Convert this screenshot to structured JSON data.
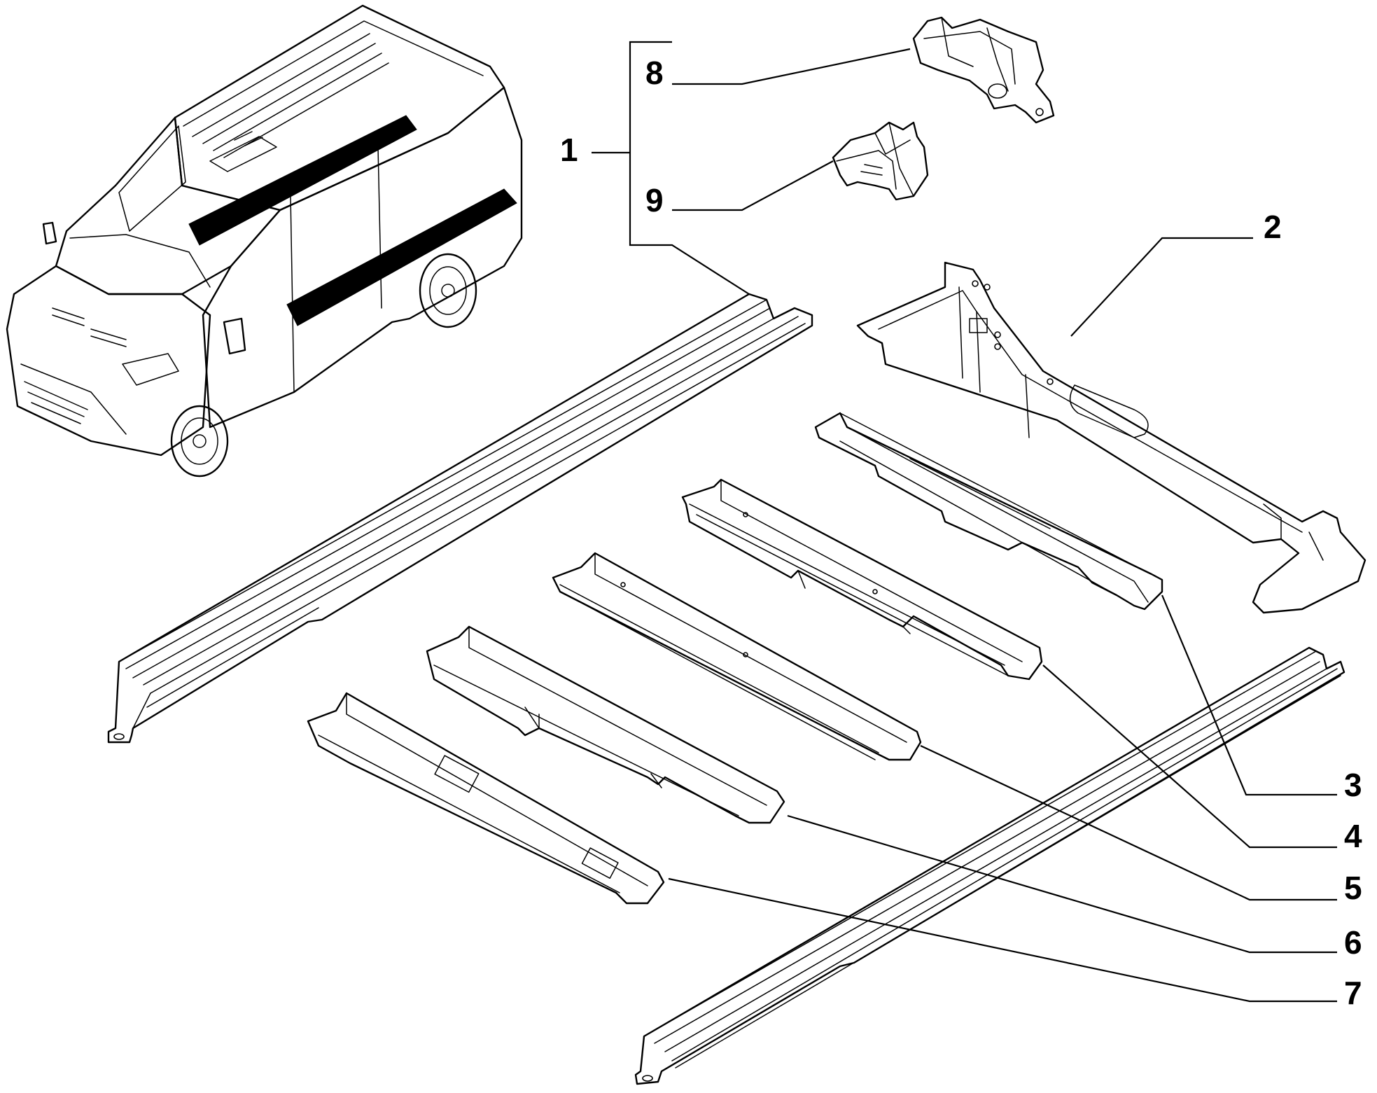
{
  "diagram": {
    "callouts": [
      {
        "id": "1",
        "text": "1"
      },
      {
        "id": "2",
        "text": "2"
      },
      {
        "id": "3",
        "text": "3"
      },
      {
        "id": "4",
        "text": "4"
      },
      {
        "id": "5",
        "text": "5"
      },
      {
        "id": "6",
        "text": "6"
      },
      {
        "id": "7",
        "text": "7"
      },
      {
        "id": "8",
        "text": "8"
      },
      {
        "id": "9",
        "text": "9"
      }
    ],
    "parts": [
      {
        "callout": "1",
        "part": "side-sill-rail",
        "icon": "long-rail-icon"
      },
      {
        "callout": "2",
        "part": "rear-cross-member",
        "icon": "cross-member-icon"
      },
      {
        "callout": "3",
        "part": "floor-longitudinal",
        "icon": "channel-icon"
      },
      {
        "callout": "4",
        "part": "floor-longitudinal",
        "icon": "channel-icon"
      },
      {
        "callout": "5",
        "part": "floor-longitudinal",
        "icon": "channel-icon"
      },
      {
        "callout": "6",
        "part": "floor-longitudinal",
        "icon": "channel-icon"
      },
      {
        "callout": "7",
        "part": "floor-longitudinal",
        "icon": "channel-icon"
      },
      {
        "callout": "8",
        "part": "mounting-bracket",
        "icon": "bracket-icon"
      },
      {
        "callout": "9",
        "part": "mounting-bracket",
        "icon": "bracket-icon"
      }
    ],
    "colors": {
      "line": "#000000",
      "background": "#ffffff"
    }
  }
}
